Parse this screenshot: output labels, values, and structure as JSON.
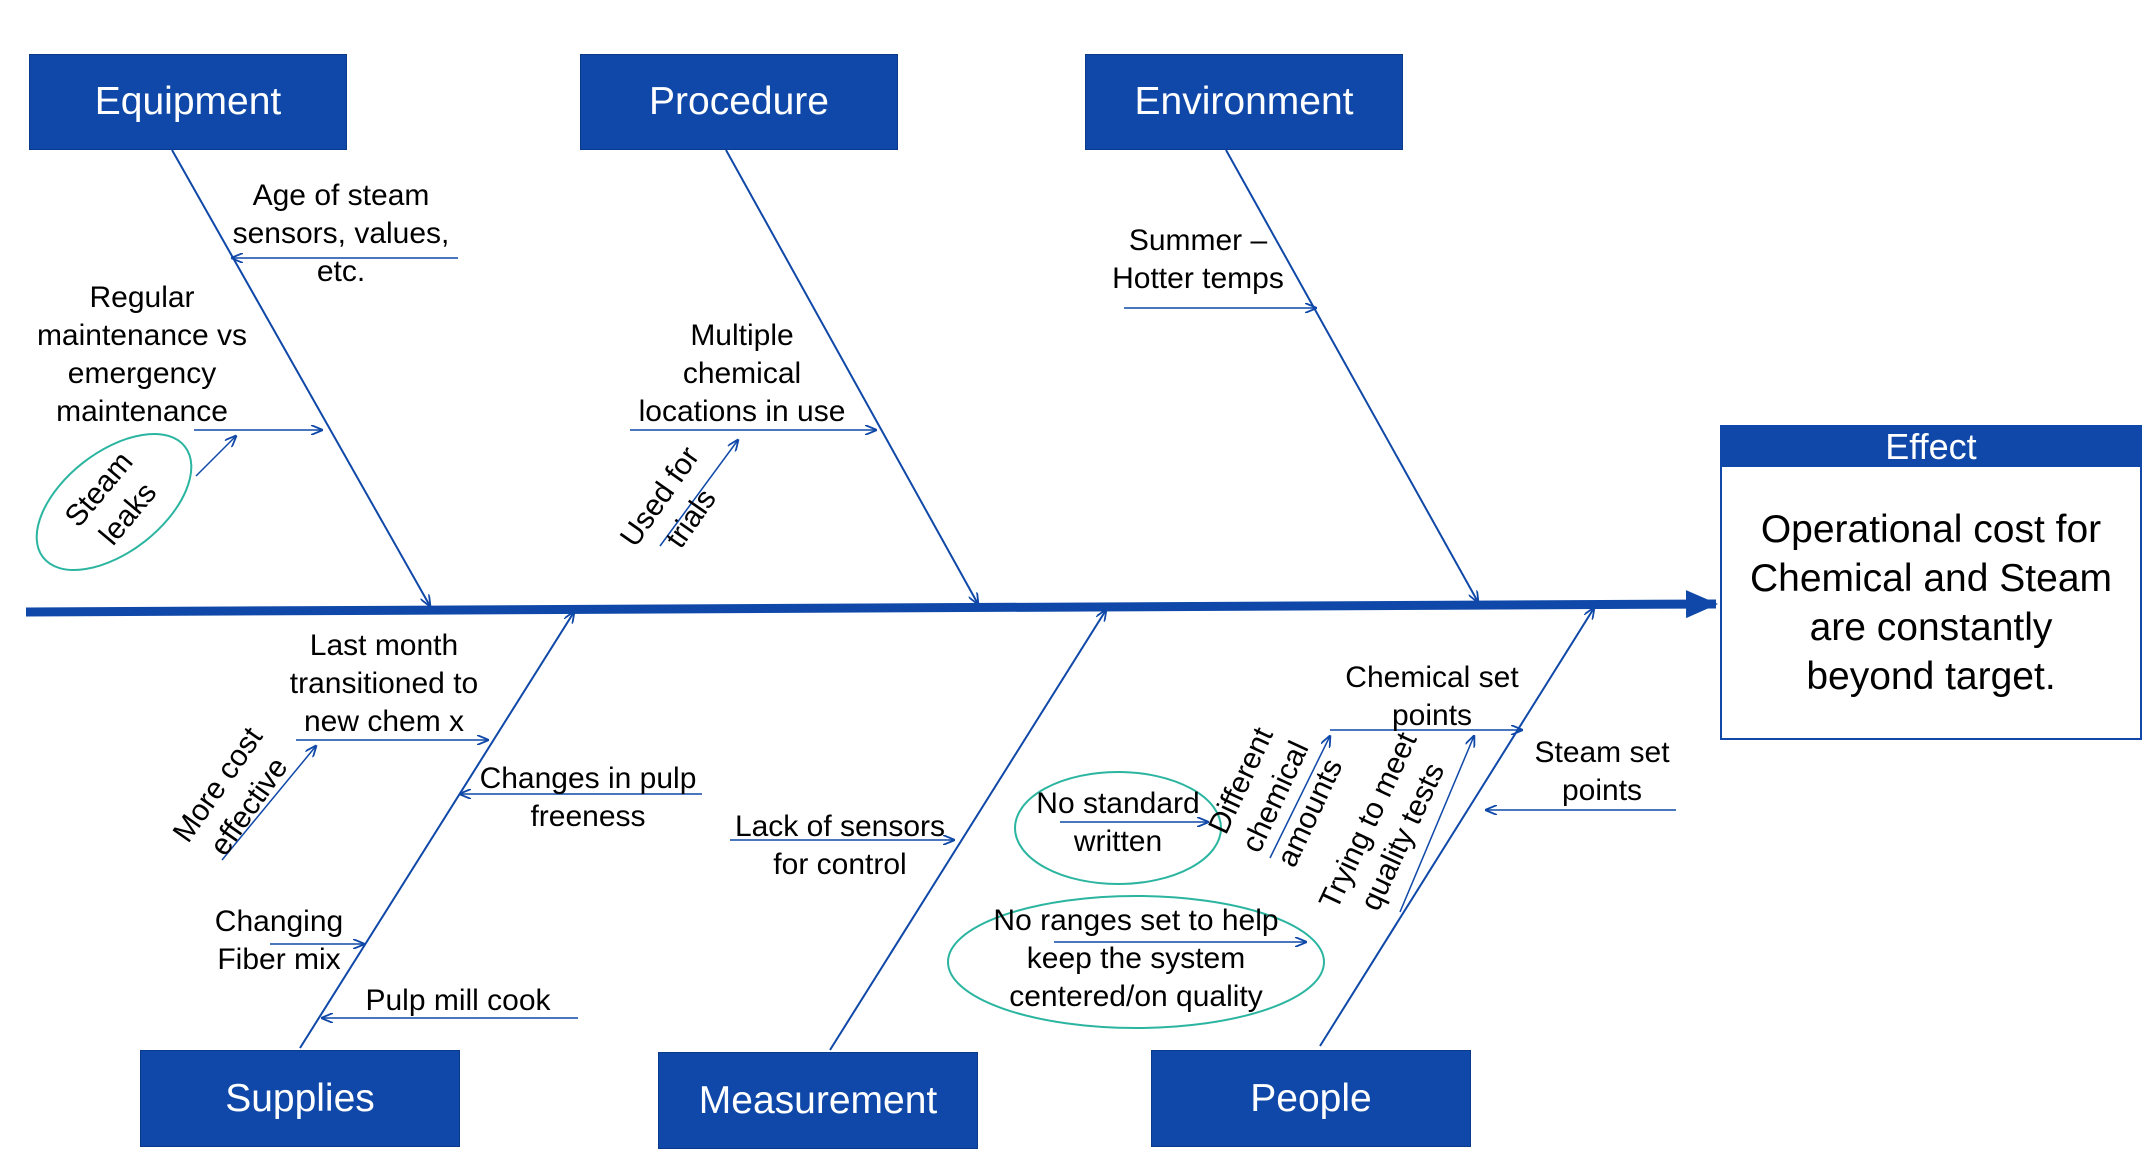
{
  "colors": {
    "bone": "#0f48a8",
    "box": "#0f48a8",
    "circle": "#2bb5a0",
    "text": "#000000"
  },
  "categories": {
    "equipment": "Equipment",
    "procedure": "Procedure",
    "environment": "Environment",
    "supplies": "Supplies",
    "measurement": "Measurement",
    "people": "People"
  },
  "effect": {
    "header": "Effect",
    "text": "Operational cost for\nChemical and Steam\nare constantly\nbeyond target."
  },
  "causes": {
    "age_sensors": "Age of steam\nsensors, values,\netc.",
    "regular_maintenance": "Regular\nmaintenance vs\nemergency\nmaintenance",
    "steam_leaks": "Steam\nleaks",
    "multiple_chemical": "Multiple\nchemical\nlocations in use",
    "used_for_trials": "Used for\ntrials",
    "summer": "Summer –\nHotter temps",
    "last_month": "Last month\ntransitioned to\nnew chem x",
    "more_cost_effective": "More cost\neffective",
    "changes_pulp": "Changes in pulp\nfreeness",
    "changing_fiber": "Changing\nFiber mix",
    "pulp_mill_cook": "Pulp mill cook",
    "lack_sensors": "Lack of sensors\nfor control",
    "chemical_set_points": "Chemical set\npoints",
    "steam_set_points": "Steam set\npoints",
    "different_chemical": "Different\nchemical\namounts",
    "trying_quality": "Trying to meet\nquality tests",
    "no_standard": "No standard\nwritten",
    "no_ranges": "No ranges set to help\nkeep the system\ncentered/on quality"
  }
}
